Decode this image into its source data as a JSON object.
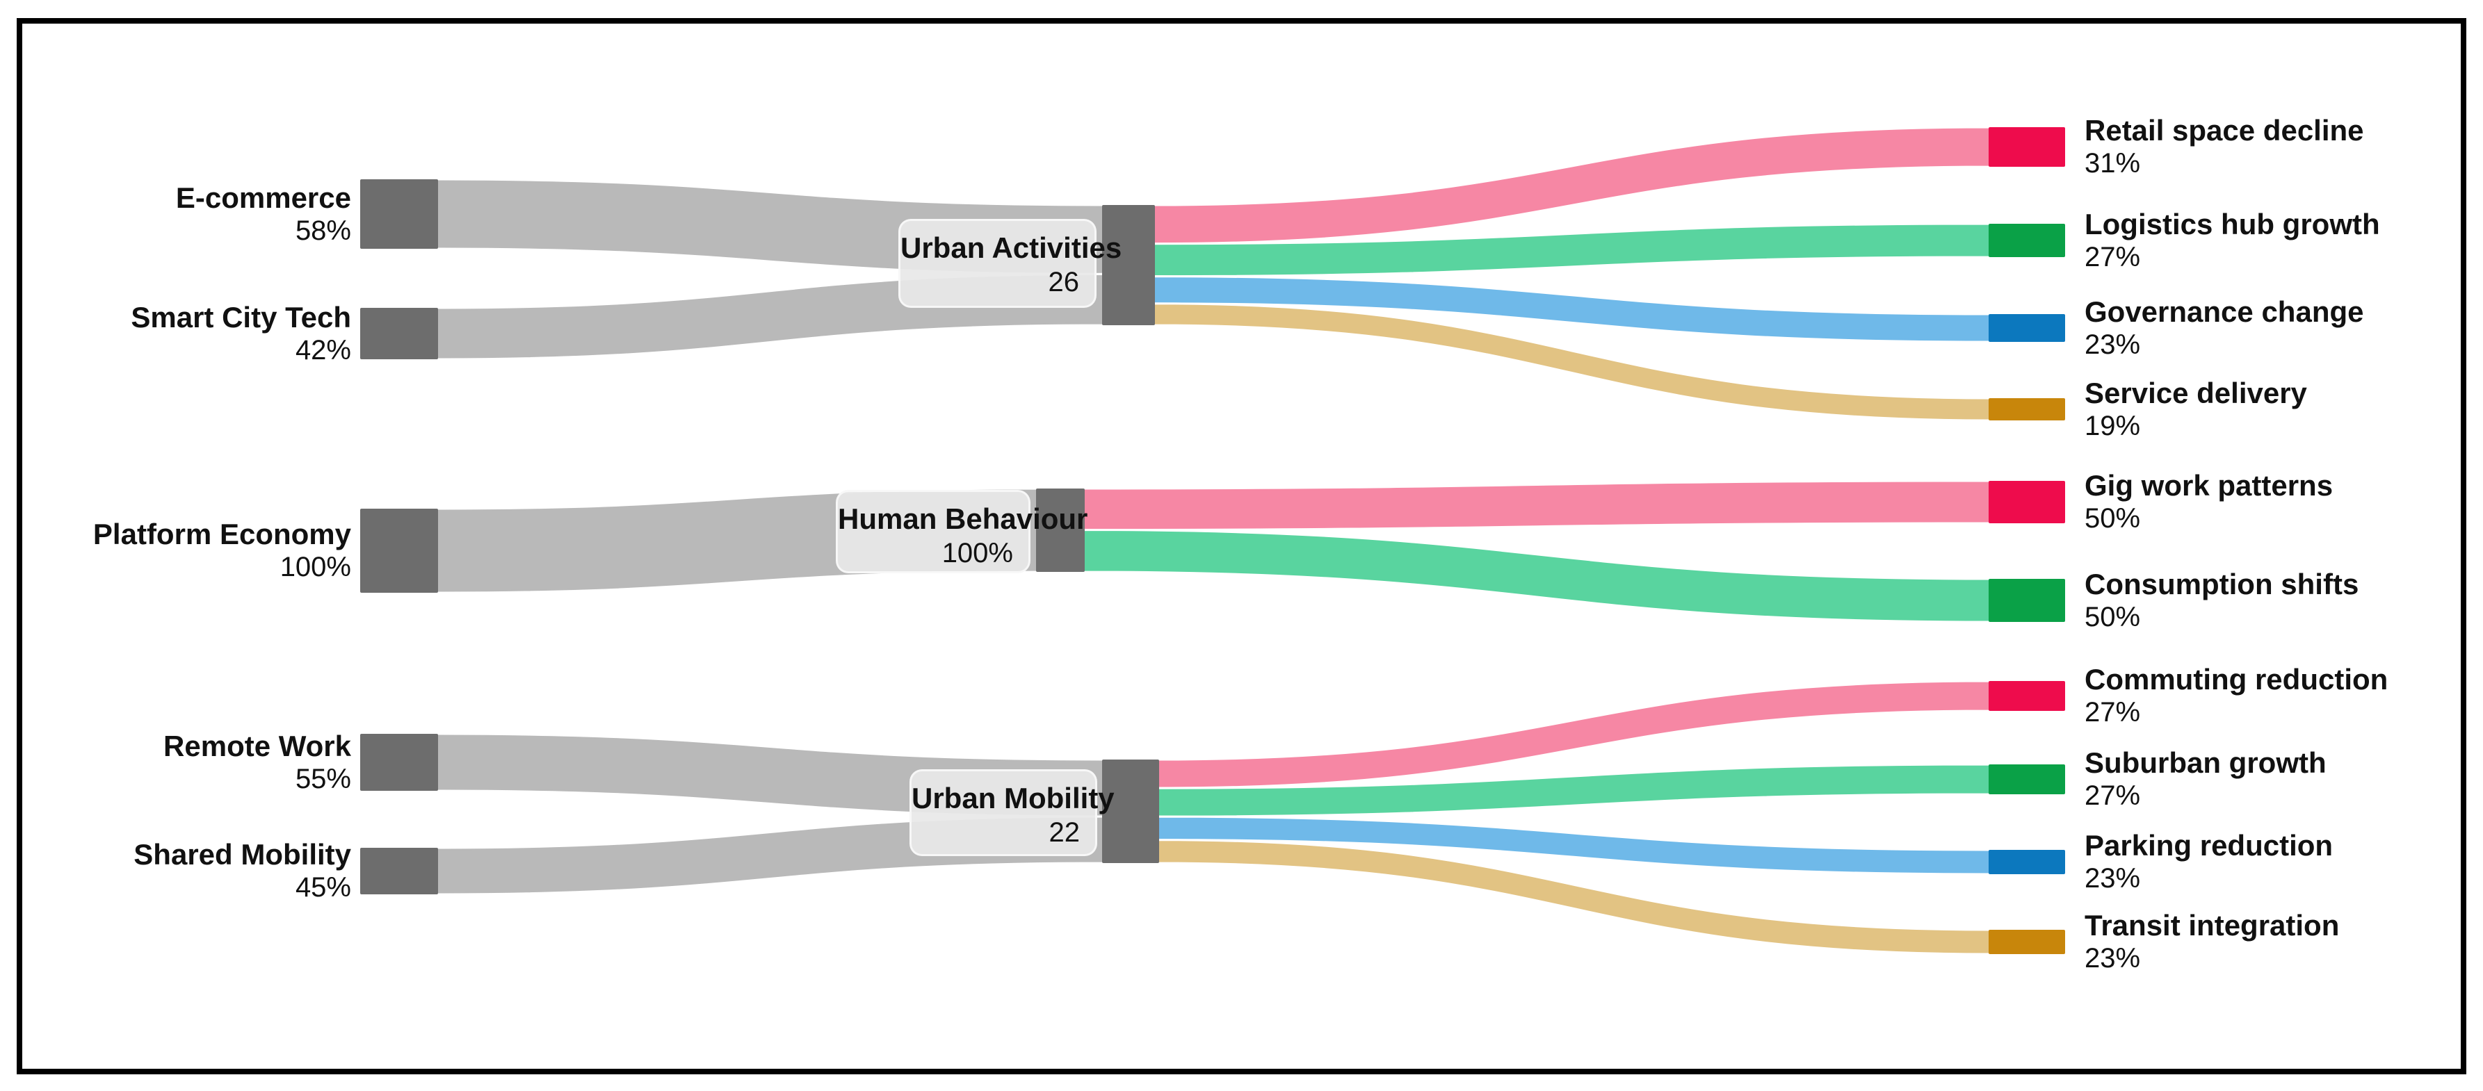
{
  "colors": {
    "source_node": "#6d6d6d",
    "hub_node": "#6d6d6d",
    "gray_flow": "#b9b9b9",
    "flow_outline": "#ffffff",
    "label_box_bg": "#e8e8e8",
    "text": "#111111"
  },
  "diagrams": [
    {
      "id": "urban-activities",
      "sources": [
        {
          "label": "E-commerce",
          "value": "58%"
        },
        {
          "label": "Smart City Tech",
          "value": "42%"
        }
      ],
      "hub": {
        "label": "Urban Activities",
        "value": "26"
      },
      "targets": [
        {
          "label": "Retail space decline",
          "value": "31%",
          "node_color": "#ee0c4c",
          "flow_color": "#f687a4"
        },
        {
          "label": "Logistics hub growth",
          "value": "27%",
          "node_color": "#0aa147",
          "flow_color": "#59d49f"
        },
        {
          "label": "Governance change",
          "value": "23%",
          "node_color": "#0c78be",
          "flow_color": "#6fb9e9"
        },
        {
          "label": "Service delivery",
          "value": "19%",
          "node_color": "#c8860b",
          "flow_color": "#e2c383"
        }
      ]
    },
    {
      "id": "human-behaviour",
      "sources": [
        {
          "label": "Platform Economy",
          "value": "100%"
        }
      ],
      "hub": {
        "label": "Human Behaviour",
        "value": "100%"
      },
      "targets": [
        {
          "label": "Gig work patterns",
          "value": "50%",
          "node_color": "#ee0c4c",
          "flow_color": "#f687a4"
        },
        {
          "label": "Consumption shifts",
          "value": "50%",
          "node_color": "#0aa147",
          "flow_color": "#59d49f"
        }
      ]
    },
    {
      "id": "urban-mobility",
      "sources": [
        {
          "label": "Remote Work",
          "value": "55%"
        },
        {
          "label": "Shared Mobility",
          "value": "45%"
        }
      ],
      "hub": {
        "label": "Urban Mobility",
        "value": "22"
      },
      "targets": [
        {
          "label": "Commuting reduction",
          "value": "27%",
          "node_color": "#ee0c4c",
          "flow_color": "#f687a4"
        },
        {
          "label": "Suburban growth",
          "value": "27%",
          "node_color": "#0aa147",
          "flow_color": "#59d49f"
        },
        {
          "label": "Parking reduction",
          "value": "23%",
          "node_color": "#0c78be",
          "flow_color": "#6fb9e9"
        },
        {
          "label": "Transit integration",
          "value": "23%",
          "node_color": "#c8860b",
          "flow_color": "#e2c383"
        }
      ]
    }
  ],
  "chart_data": [
    {
      "type": "sankey",
      "title": "",
      "nodes": [
        "E-commerce",
        "Smart City Tech",
        "Urban Activities",
        "Retail space decline",
        "Logistics hub growth",
        "Governance change",
        "Service delivery"
      ],
      "hub_value": 26,
      "links": [
        {
          "source": "E-commerce",
          "target": "Urban Activities",
          "value_pct": 58
        },
        {
          "source": "Smart City Tech",
          "target": "Urban Activities",
          "value_pct": 42
        },
        {
          "source": "Urban Activities",
          "target": "Retail space decline",
          "value_pct": 31
        },
        {
          "source": "Urban Activities",
          "target": "Logistics hub growth",
          "value_pct": 27
        },
        {
          "source": "Urban Activities",
          "target": "Governance change",
          "value_pct": 23
        },
        {
          "source": "Urban Activities",
          "target": "Service delivery",
          "value_pct": 19
        }
      ]
    },
    {
      "type": "sankey",
      "title": "",
      "nodes": [
        "Platform Economy",
        "Human Behaviour",
        "Gig work patterns",
        "Consumption shifts"
      ],
      "hub_value": 100,
      "links": [
        {
          "source": "Platform Economy",
          "target": "Human Behaviour",
          "value_pct": 100
        },
        {
          "source": "Human Behaviour",
          "target": "Gig work patterns",
          "value_pct": 50
        },
        {
          "source": "Human Behaviour",
          "target": "Consumption shifts",
          "value_pct": 50
        }
      ]
    },
    {
      "type": "sankey",
      "title": "",
      "nodes": [
        "Remote Work",
        "Shared Mobility",
        "Urban Mobility",
        "Commuting reduction",
        "Suburban growth",
        "Parking reduction",
        "Transit integration"
      ],
      "hub_value": 22,
      "links": [
        {
          "source": "Remote Work",
          "target": "Urban Mobility",
          "value_pct": 55
        },
        {
          "source": "Shared Mobility",
          "target": "Urban Mobility",
          "value_pct": 45
        },
        {
          "source": "Urban Mobility",
          "target": "Commuting reduction",
          "value_pct": 27
        },
        {
          "source": "Urban Mobility",
          "target": "Suburban growth",
          "value_pct": 27
        },
        {
          "source": "Urban Mobility",
          "target": "Parking reduction",
          "value_pct": 23
        },
        {
          "source": "Urban Mobility",
          "target": "Transit integration",
          "value_pct": 23
        }
      ]
    }
  ]
}
